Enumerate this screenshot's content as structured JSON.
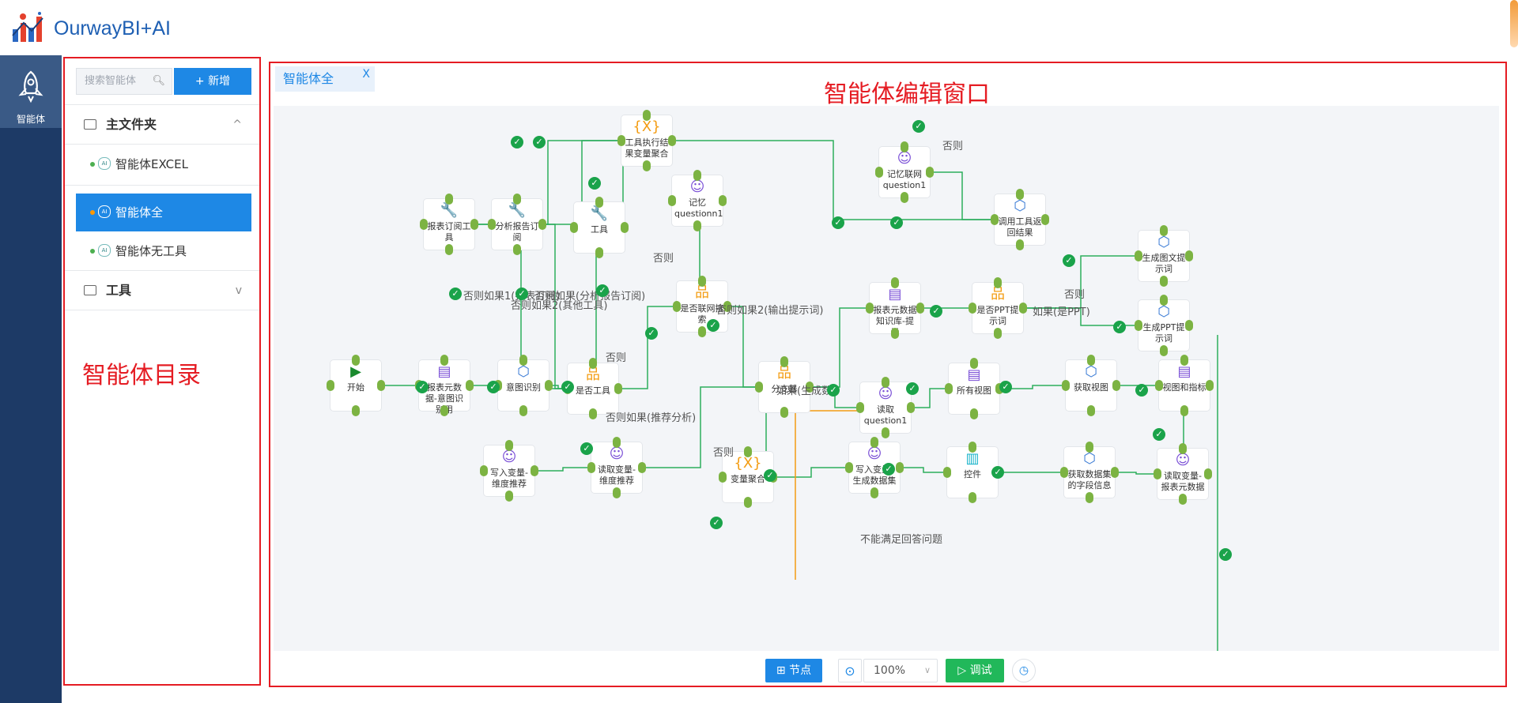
{
  "app": {
    "brand": "OurwayBI+AI"
  },
  "rail": {
    "items": [
      {
        "label": "智能体",
        "icon": "rocket-icon"
      }
    ]
  },
  "sidebar": {
    "search_placeholder": "搜索智能体",
    "add_label": "+ 新增",
    "folders": [
      {
        "label": "主文件夹",
        "expanded": true,
        "chevron": "^",
        "items": [
          {
            "label": "智能体EXCEL",
            "active": false
          },
          {
            "label": "智能体全",
            "active": true
          },
          {
            "label": "智能体无工具",
            "active": false
          }
        ]
      },
      {
        "label": "工具",
        "expanded": false,
        "chevron": "v"
      }
    ]
  },
  "annotations": {
    "left": "智能体目录",
    "right": "智能体编辑窗口"
  },
  "editor": {
    "tab": {
      "label": "智能体全",
      "close": "X"
    },
    "nodes": [
      {
        "label": "工具执行结果变量聚合",
        "icon": "{X}",
        "color": "#f39c12"
      },
      {
        "label": "记忆联网question1",
        "icon": "☺",
        "color": "#7a4fd6"
      },
      {
        "label": "报表订阅工具",
        "icon": "🔧",
        "color": "#17b3c9"
      },
      {
        "label": "分析报告订阅",
        "icon": "🔧",
        "color": "#17b3c9"
      },
      {
        "label": "工具",
        "icon": "🔧",
        "color": "#17b3c9"
      },
      {
        "label": "记忆questionn1",
        "icon": "☺",
        "color": "#7a4fd6"
      },
      {
        "label": "调用工具返回结果",
        "icon": "⬡",
        "color": "#3a7bd5"
      },
      {
        "label": "生成图文提示词",
        "icon": "⬡",
        "color": "#3a7bd5"
      },
      {
        "label": "是否联网搜索",
        "icon": "品",
        "color": "#f39c12"
      },
      {
        "label": "报表元数据知识库-提示",
        "icon": "▤",
        "color": "#7a4fd6"
      },
      {
        "label": "是否PPT提示词",
        "icon": "品",
        "color": "#f39c12"
      },
      {
        "label": "生成PPT提示词",
        "icon": "⬡",
        "color": "#3a7bd5"
      },
      {
        "label": "开始",
        "icon": "▶",
        "color": "#1a8a2e"
      },
      {
        "label": "报表元数据-意图识别用",
        "icon": "▤",
        "color": "#7a4fd6"
      },
      {
        "label": "意图识别",
        "icon": "⬡",
        "color": "#3a7bd5"
      },
      {
        "label": "是否工具",
        "icon": "品",
        "color": "#f39c12"
      },
      {
        "label": "分支器",
        "icon": "品",
        "color": "#f39c12"
      },
      {
        "label": "读取question1",
        "icon": "☺",
        "color": "#7a4fd6"
      },
      {
        "label": "所有视图",
        "icon": "▤",
        "color": "#7a4fd6"
      },
      {
        "label": "获取视图",
        "icon": "⬡",
        "color": "#3a7bd5"
      },
      {
        "label": "视图和指标",
        "icon": "▤",
        "color": "#7a4fd6"
      },
      {
        "label": "写入变量-维度推荐",
        "icon": "☺",
        "color": "#7a4fd6"
      },
      {
        "label": "读取变量-维度推荐",
        "icon": "☺",
        "color": "#7a4fd6"
      },
      {
        "label": "变量聚合",
        "icon": "{X}",
        "color": "#f39c12"
      },
      {
        "label": "写入变量-生成数据集",
        "icon": "☺",
        "color": "#7a4fd6"
      },
      {
        "label": "控件",
        "icon": "▥",
        "color": "#17b3c9"
      },
      {
        "label": "获取数据集的字段信息",
        "icon": "⬡",
        "color": "#3a7bd5"
      },
      {
        "label": "读取变量-报表元数据",
        "icon": "☺",
        "color": "#7a4fd6"
      }
    ],
    "edge_labels": [
      "否则",
      "否则如果1(报表订阅)",
      "否则如果2(其他工具)",
      "否则如果(分析报告订阅)",
      "否则",
      "否则如果2(输出提示词)",
      "否则",
      "如果(是PPT)",
      "否则",
      "否则如果(推荐分析)",
      "如果(生成数",
      "否则",
      "不能满足回答问题"
    ]
  },
  "toolbar": {
    "node_label": "节点",
    "zoom": "100%",
    "debug_label": "调试"
  }
}
